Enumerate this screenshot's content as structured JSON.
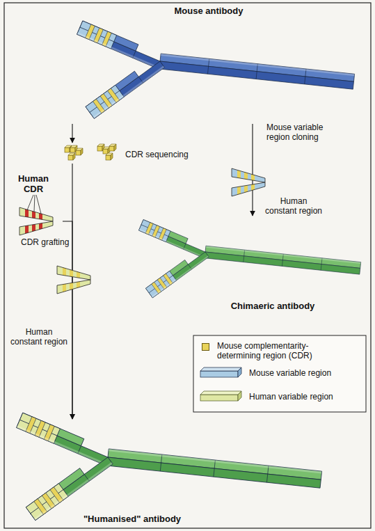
{
  "diagram": {
    "nodes": [
      {
        "text": [
          "Mouse antibody"
        ]
      },
      {
        "text": [
          "CDR sequencing"
        ]
      },
      {
        "text": [
          "Human CDR",
          "CDR grafting"
        ]
      },
      {
        "text": [
          "Chimaeric antibody"
        ]
      },
      {
        "text": [
          "\"Humanised\" antibody"
        ]
      }
    ],
    "edges": [
      {
        "from": 0,
        "to": 1,
        "arrow": "to"
      },
      {
        "from": 1,
        "to": 4,
        "label": "Human constant region",
        "arrow": "to"
      },
      {
        "from": 2,
        "to": 4,
        "arrow": "to"
      },
      {
        "from": 0,
        "to": 3,
        "label": "Mouse variable region cloning",
        "arrow": "to"
      }
    ],
    "labels": [
      "Human constant region"
    ],
    "legend": [
      {
        "text": "Mouse complementarity-determining region (CDR)",
        "color": "#e8d35a"
      },
      {
        "text": "Mouse variable region"
      },
      {
        "text": "Human variable region"
      }
    ]
  }
}
